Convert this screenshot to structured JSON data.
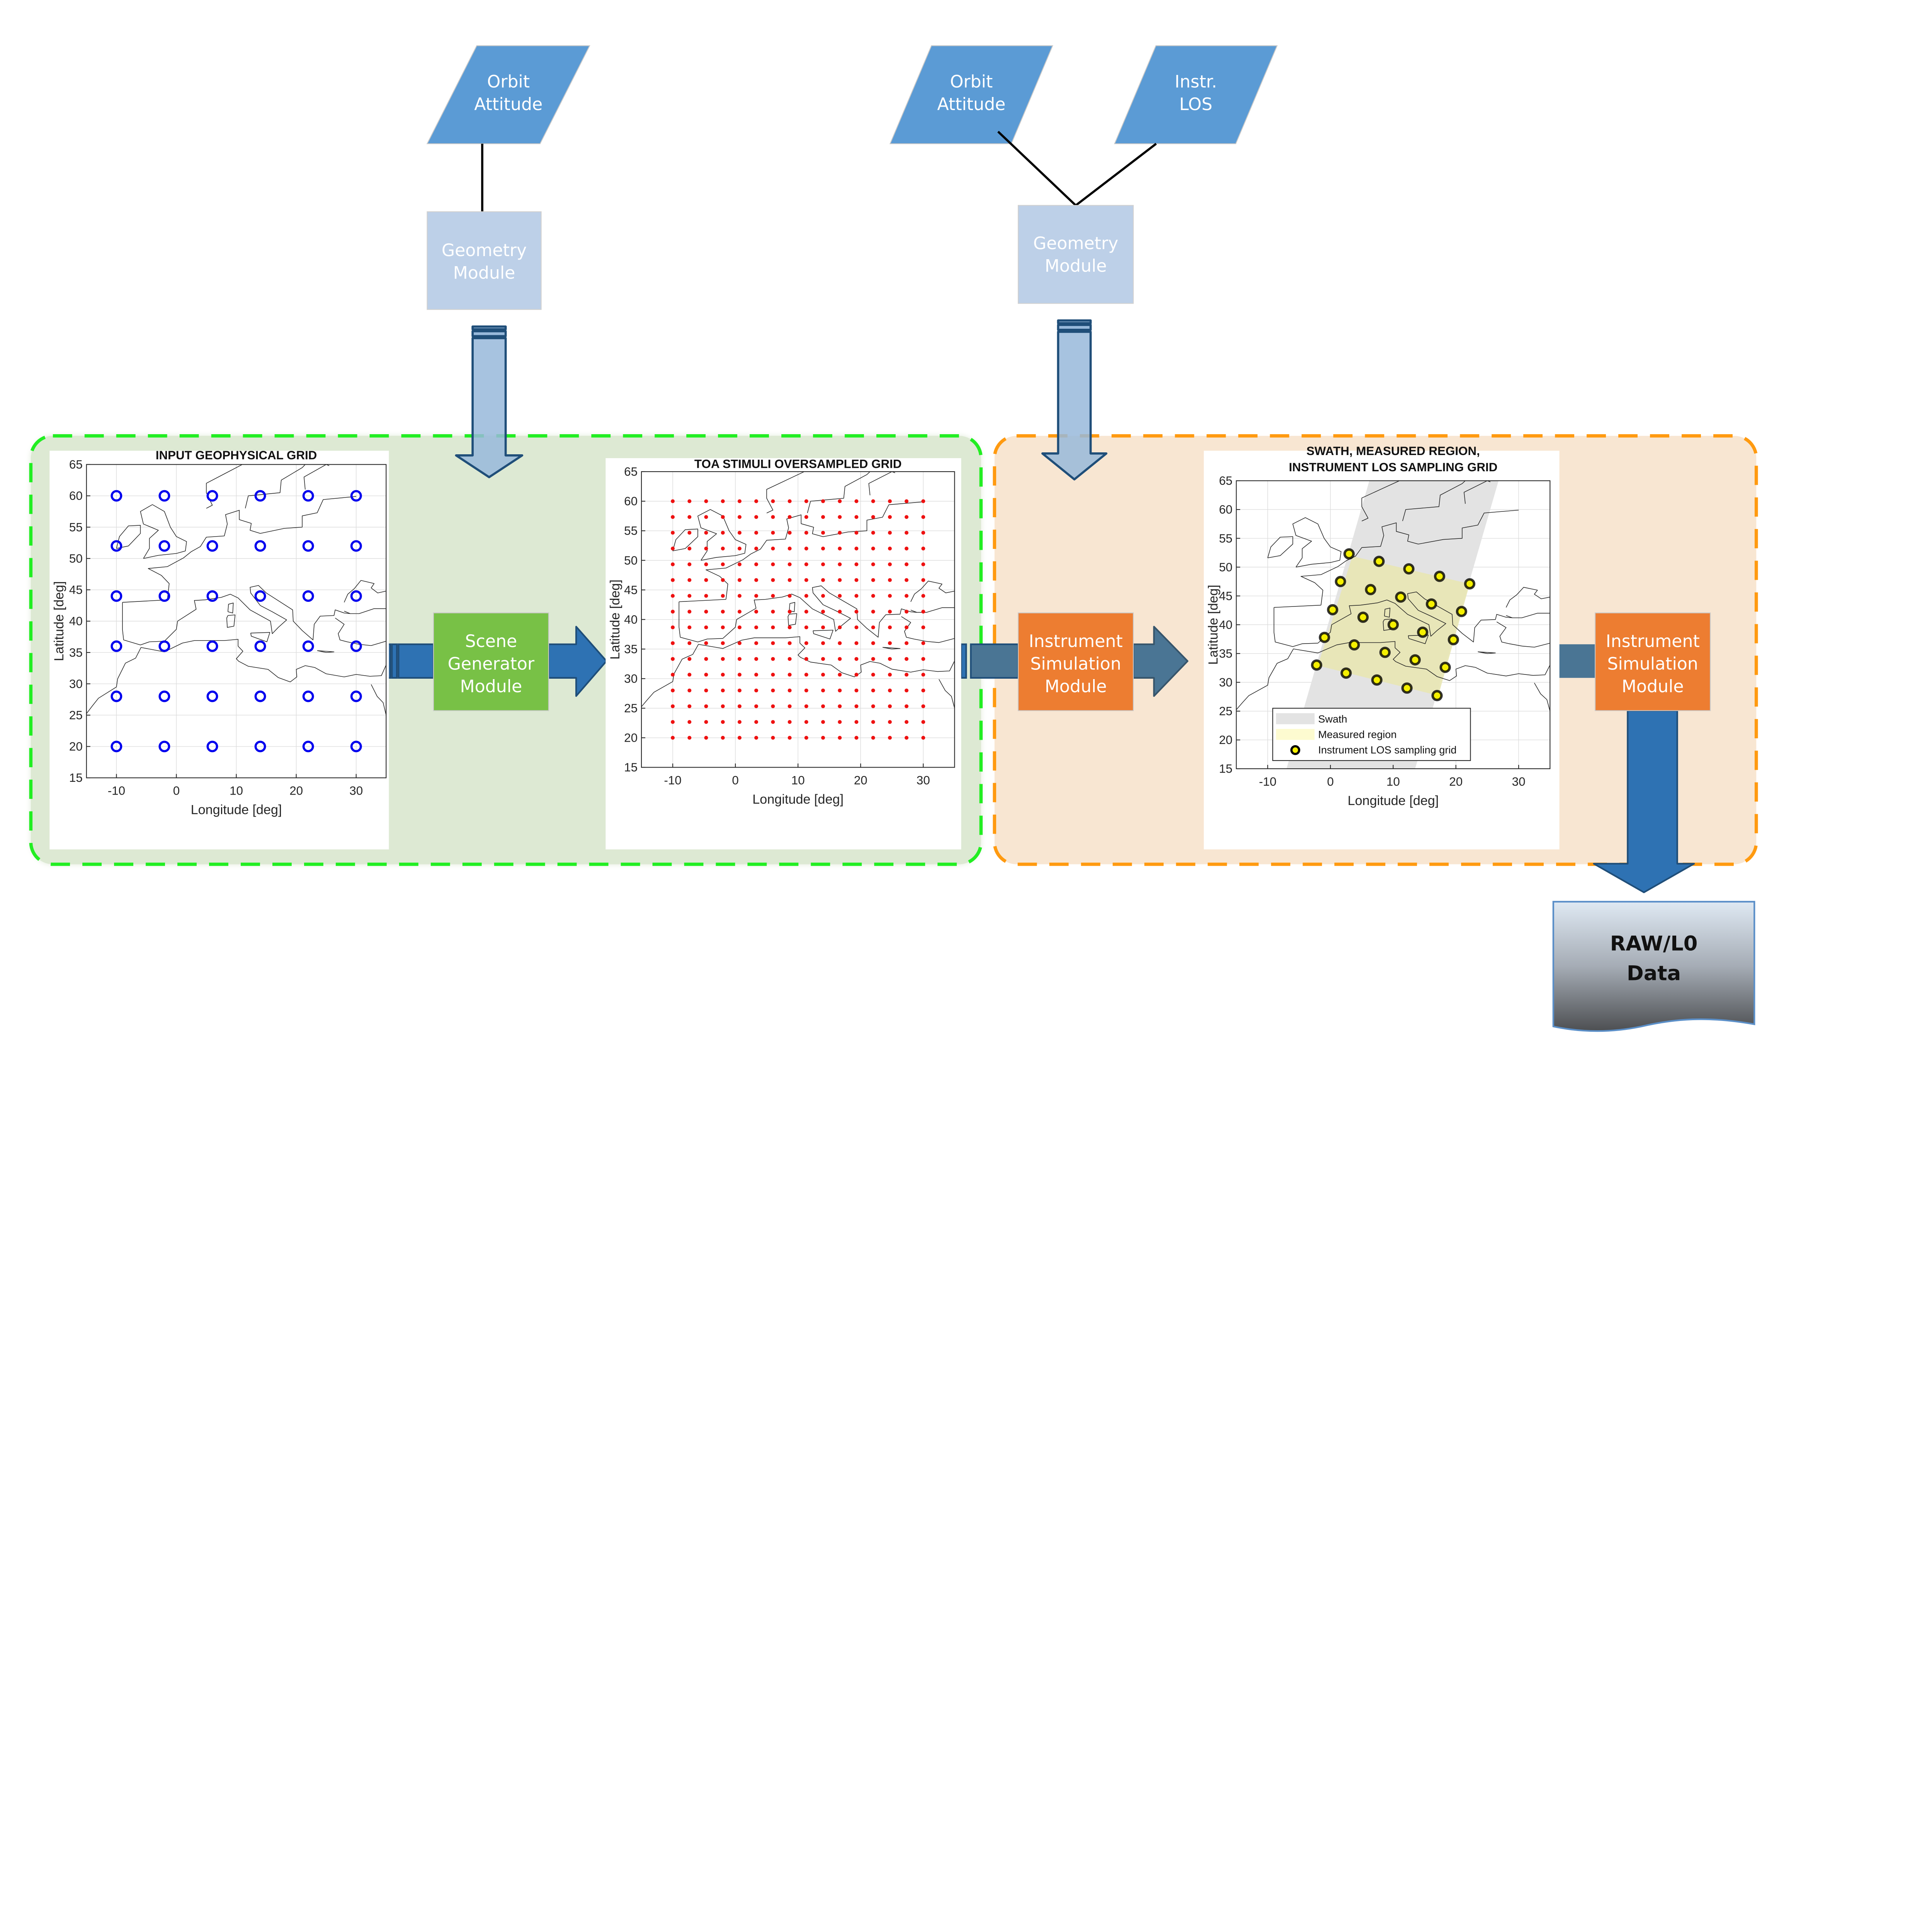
{
  "colors": {
    "input_blue": "#5b9bd5",
    "geometry_light": "#bdd0e8",
    "scene_green": "#78c146",
    "instrument_orange": "#ed7d31",
    "arrow_dark": "#2e72b3",
    "arrow_slate": "#4a7594",
    "arrow_light": "#98b9db",
    "arrow_outline": "#1f4e79",
    "green_group_fill": "#dde9d3",
    "green_group_border": "#22ee22",
    "orange_group_fill": "#f8e6d2",
    "orange_group_border": "#ff9a10",
    "input_marker": "#0000ee",
    "toa_marker": "#ee1111",
    "los_marker_fill": "#f5f000",
    "los_marker_edge": "#000000",
    "swath_fill": "#e3e3e3",
    "measured_fill": "#e8e6b2"
  },
  "flow": {
    "orbit_attitude_1": {
      "line1": "Orbit",
      "line2": "Attitude"
    },
    "orbit_attitude_2": {
      "line1": "Orbit",
      "line2": "Attitude"
    },
    "instr_los": {
      "line1": "Instr.",
      "line2": "LOS"
    },
    "geometry_module_1": {
      "line1": "Geometry",
      "line2": "Module"
    },
    "geometry_module_2": {
      "line1": "Geometry",
      "line2": "Module"
    },
    "scene_generator": {
      "line1": "Scene",
      "line2": "Generator",
      "line3": "Module"
    },
    "instrument_sim_1": {
      "line1": "Instrument",
      "line2": "Simulation",
      "line3": "Module"
    },
    "instrument_sim_2": {
      "line1": "Instrument",
      "line2": "Simulation",
      "line3": "Module"
    },
    "raw_data": {
      "line1": "RAW/L0",
      "line2": "Data"
    }
  },
  "chart_data": [
    {
      "id": "input-grid",
      "type": "scatter",
      "title": "INPUT GEOPHYSICAL GRID",
      "xlabel": "Longitude [deg]",
      "ylabel": "Latitude [deg]",
      "xlim": [
        -15,
        35
      ],
      "ylim": [
        15,
        65
      ],
      "xticks": [
        -10,
        0,
        10,
        20,
        30
      ],
      "yticks": [
        15,
        20,
        25,
        30,
        35,
        40,
        45,
        50,
        55,
        60,
        65
      ],
      "grid": true,
      "series": [
        {
          "name": "Input geophysical grid",
          "marker": "open-circle",
          "x_values": [
            -10,
            -2,
            6,
            14,
            22,
            30
          ],
          "y_values": [
            60,
            52,
            44,
            36,
            28,
            20
          ]
        }
      ]
    },
    {
      "id": "toa-grid",
      "type": "scatter",
      "title": "TOA STIMULI OVERSAMPLED GRID",
      "xlabel": "Longitude [deg]",
      "ylabel": "Latitude [deg]",
      "xlim": [
        -15,
        35
      ],
      "ylim": [
        15,
        65
      ],
      "xticks": [
        -10,
        0,
        10,
        20,
        30
      ],
      "yticks": [
        15,
        20,
        25,
        30,
        35,
        40,
        45,
        50,
        55,
        60,
        65
      ],
      "grid": true,
      "series": [
        {
          "name": "TOA stimuli oversampled grid",
          "marker": "dot",
          "x_values": [
            -10,
            -7.33,
            -4.67,
            -2,
            0.67,
            3.33,
            6,
            8.67,
            11.33,
            14,
            16.67,
            19.33,
            22,
            24.67,
            27.33,
            30
          ],
          "y_values": [
            60,
            57.33,
            54.67,
            52,
            49.33,
            46.67,
            44,
            41.33,
            38.67,
            36,
            33.33,
            30.67,
            28,
            25.33,
            22.67,
            20
          ]
        }
      ]
    },
    {
      "id": "los-grid",
      "type": "scatter",
      "title_line1": "SWATH, MEASURED REGION,",
      "title_line2": "INSTRUMENT LOS SAMPLING GRID",
      "xlabel": "Longitude [deg]",
      "ylabel": "Latitude [deg]",
      "xlim": [
        -15,
        35
      ],
      "ylim": [
        15,
        65
      ],
      "xticks": [
        -10,
        0,
        10,
        20,
        30
      ],
      "yticks": [
        15,
        20,
        25,
        30,
        35,
        40,
        45,
        50,
        55,
        60,
        65
      ],
      "grid": true,
      "legend": {
        "placement": "bottom-center",
        "entries": [
          "Swath",
          "Measured region",
          "Instrument LOS sampling grid"
        ]
      },
      "swath": [
        [
          -7,
          15
        ],
        [
          13.5,
          15
        ],
        [
          26.8,
          65
        ],
        [
          6.2,
          65
        ]
      ],
      "measured_region": [
        [
          3.5,
          51.9
        ],
        [
          22.2,
          47.1
        ],
        [
          17.2,
          27.7
        ],
        [
          -2.0,
          32.9
        ]
      ],
      "los_points": [
        [
          2.97,
          52.3
        ],
        [
          7.75,
          51.0
        ],
        [
          12.5,
          49.7
        ],
        [
          17.4,
          48.4
        ],
        [
          22.2,
          47.1
        ],
        [
          1.6,
          47.5
        ],
        [
          6.4,
          46.1
        ],
        [
          11.2,
          44.8
        ],
        [
          16.1,
          43.6
        ],
        [
          20.9,
          42.3
        ],
        [
          0.35,
          42.6
        ],
        [
          5.2,
          41.3
        ],
        [
          10.0,
          40.0
        ],
        [
          14.7,
          38.7
        ],
        [
          19.6,
          37.4
        ],
        [
          -0.95,
          37.8
        ],
        [
          3.8,
          36.5
        ],
        [
          8.7,
          35.2
        ],
        [
          13.5,
          33.9
        ],
        [
          18.3,
          32.6
        ],
        [
          -2.2,
          33.0
        ],
        [
          2.5,
          31.6
        ],
        [
          7.4,
          30.4
        ],
        [
          12.2,
          29.0
        ],
        [
          17.0,
          27.7
        ]
      ]
    }
  ]
}
